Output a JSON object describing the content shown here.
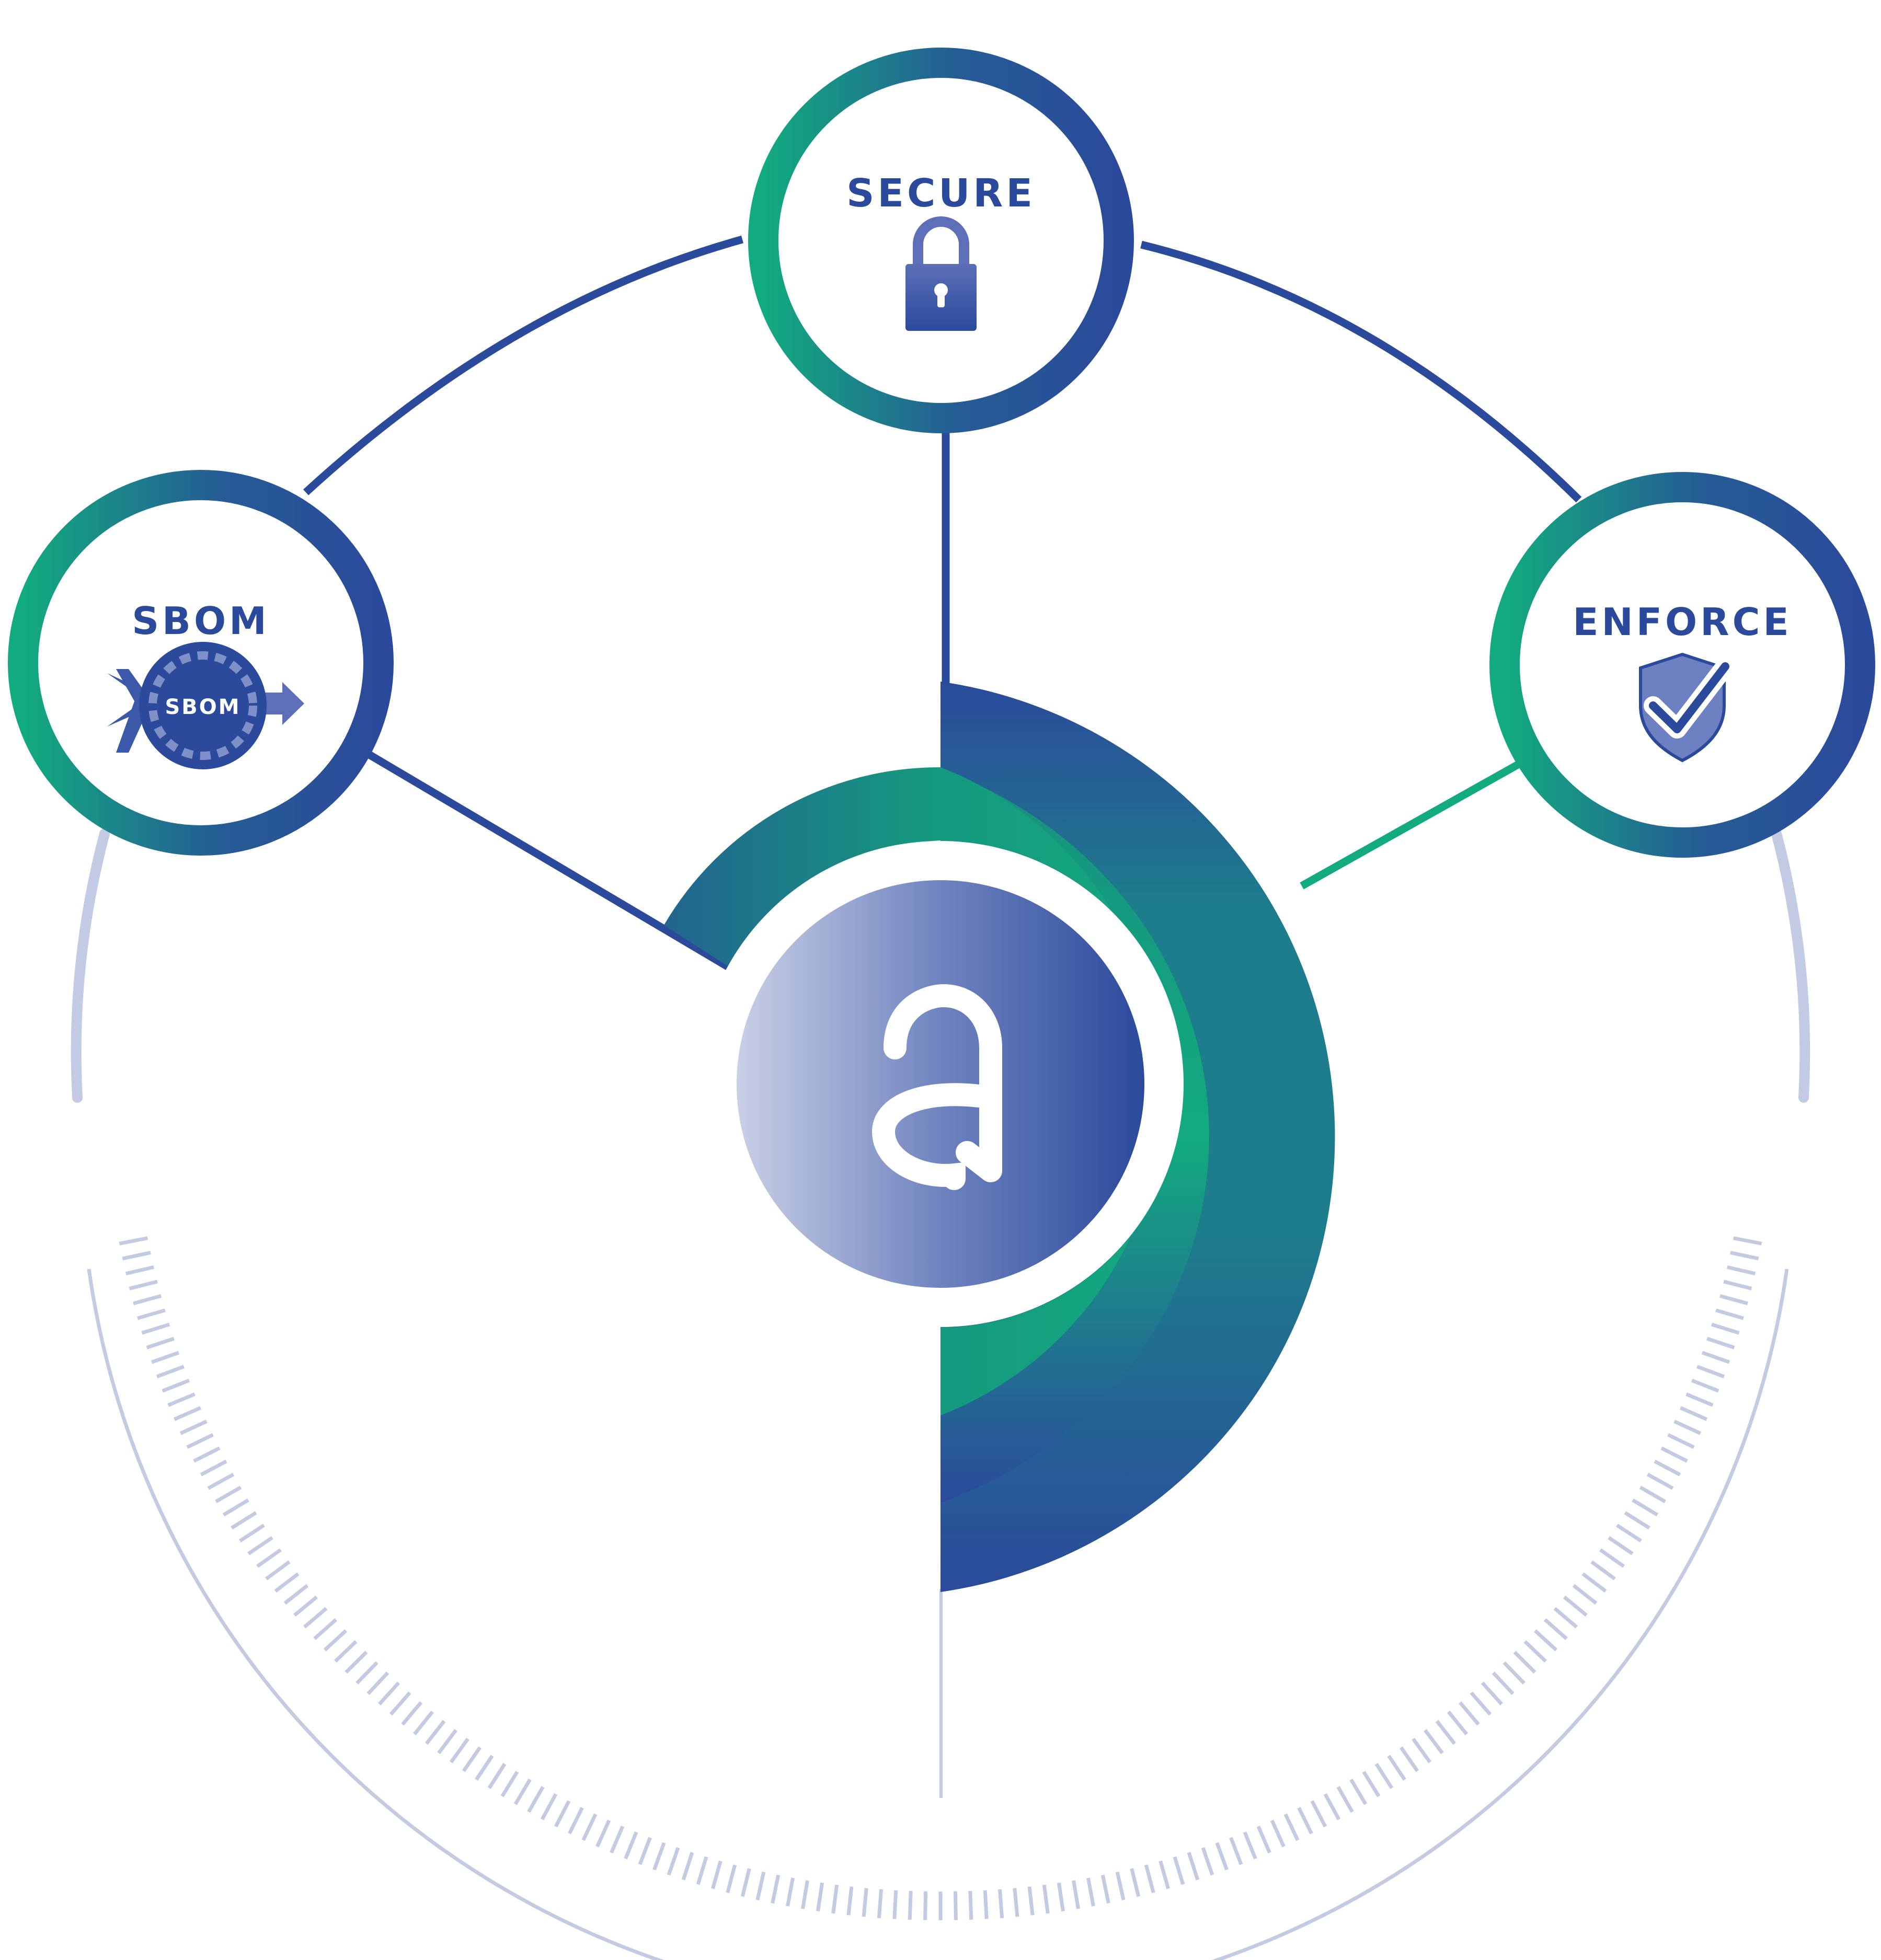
{
  "nodes": {
    "secure": {
      "label": "SECURE",
      "icon": "padlock-icon"
    },
    "sbom": {
      "label": "SBOM",
      "icon": "sbom-gear-icon",
      "badge": "SBOM"
    },
    "enforce": {
      "label": "ENFORCE",
      "icon": "shield-check-icon"
    }
  },
  "center": {
    "icon": "letter-a-logo-icon"
  },
  "colors": {
    "navy": "#2b4a9b",
    "green": "#12ab7f",
    "teal": "#1d7d8c",
    "light_ring": "#c3cbe2",
    "white": "#ffffff"
  }
}
